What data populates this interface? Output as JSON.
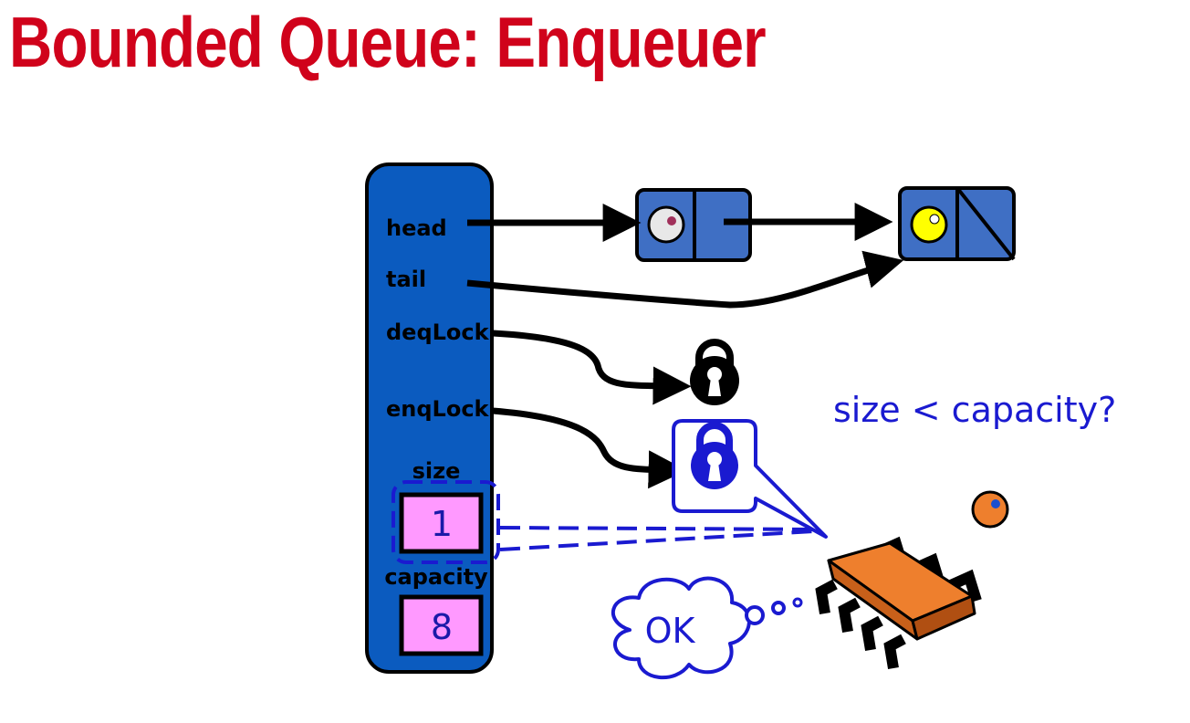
{
  "title": "Bounded Queue: Enqueuer",
  "queue_fields": {
    "head": "head",
    "tail": "tail",
    "deq_lock": "deqLock",
    "enq_lock": "enqLock",
    "size_label": "size",
    "capacity_label": "capacity"
  },
  "size_value": "1",
  "capacity_value": "8",
  "condition_text": "size < capacity?",
  "thought_text": "OK",
  "icons": {
    "deq_lock": "padlock-icon",
    "enq_lock": "padlock-icon",
    "thread": "thread-chip-icon",
    "node_item": "node-item-circle-icon"
  },
  "colors": {
    "title": "#d0021b",
    "queue_object": "#0b5bbf",
    "node": "#3f6fc4",
    "size_box": "#ff99ff",
    "annotation": "#1a1ad0",
    "thread": "#ee7f2d",
    "sentinel_item": "#e8e8e8",
    "tail_item": "#ffff00"
  }
}
